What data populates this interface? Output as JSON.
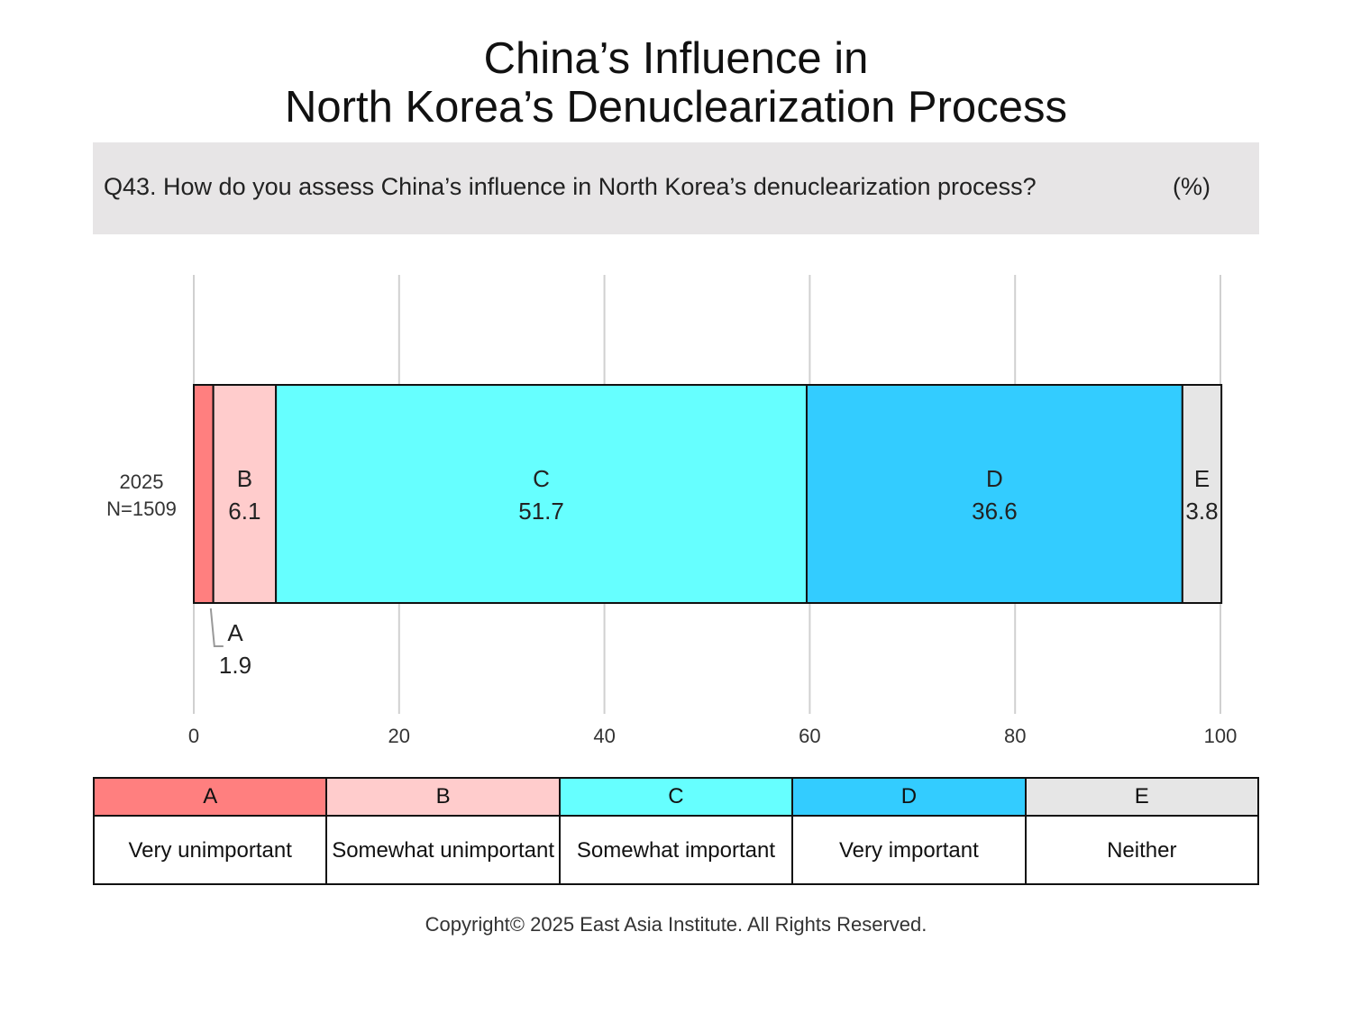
{
  "title_line1": "China’s Influence in",
  "title_line2": "North Korea’s Denuclearization Process",
  "question": "Q43. How do you assess China’s influence in North Korea’s denuclearization process?",
  "unit": "(%)",
  "copyright": "Copyright© 2025 East Asia Institute. All Rights Reserved.",
  "legend": [
    {
      "key": "A",
      "label": "Very unimportant",
      "color": "#ff7f7f"
    },
    {
      "key": "B",
      "label": "Somewhat unimportant",
      "color": "#ffcccc"
    },
    {
      "key": "C",
      "label": "Somewhat important",
      "color": "#66ffff"
    },
    {
      "key": "D",
      "label": "Very important",
      "color": "#33ccff"
    },
    {
      "key": "E",
      "label": "Neither",
      "color": "#e6e6e6"
    }
  ],
  "chart_data": {
    "type": "bar",
    "orientation": "horizontal",
    "stacked": true,
    "categories": [
      "2025\nN=1509"
    ],
    "series": [
      {
        "name": "A",
        "values": [
          1.9
        ],
        "color": "#ff7f7f"
      },
      {
        "name": "B",
        "values": [
          6.1
        ],
        "color": "#ffcccc"
      },
      {
        "name": "C",
        "values": [
          51.7
        ],
        "color": "#66ffff"
      },
      {
        "name": "D",
        "values": [
          36.6
        ],
        "color": "#33ccff"
      },
      {
        "name": "E",
        "values": [
          3.8
        ],
        "color": "#e6e6e6"
      }
    ],
    "xlim": [
      0,
      100
    ],
    "xticks": [
      0,
      20,
      40,
      60,
      80,
      100
    ],
    "grid": true,
    "title": "China’s Influence in North Korea’s Denuclearization Process",
    "xlabel": "",
    "ylabel": ""
  }
}
